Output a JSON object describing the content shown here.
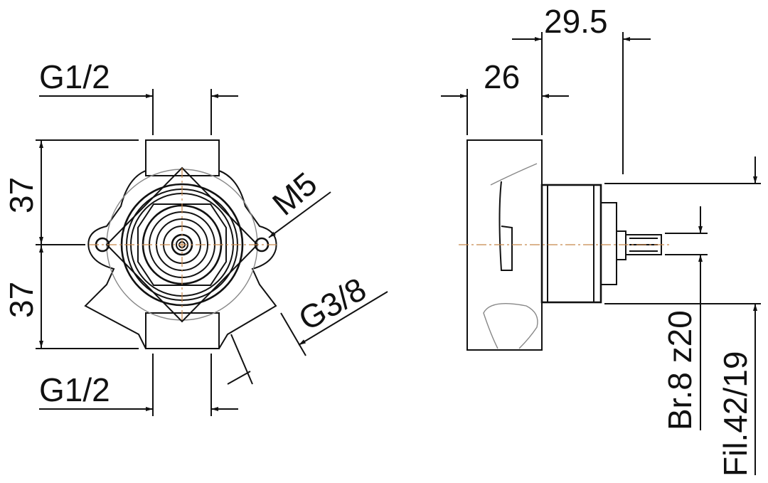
{
  "front_view": {
    "top_inlet_label": "G1/2",
    "bottom_outlet_label": "G1/2",
    "upper_height_label": "37",
    "lower_height_label": "37",
    "mount_thread_label": "M5",
    "side_port_label": "G3/8"
  },
  "side_view": {
    "body_depth_label": "26",
    "cartridge_depth_label": "29.5",
    "spindle_label": "Br.8 z20",
    "thread_label": "Fil.42/19"
  },
  "colors": {
    "line": "#111111",
    "hidden": "#888888",
    "centerline": "#c8874a"
  }
}
